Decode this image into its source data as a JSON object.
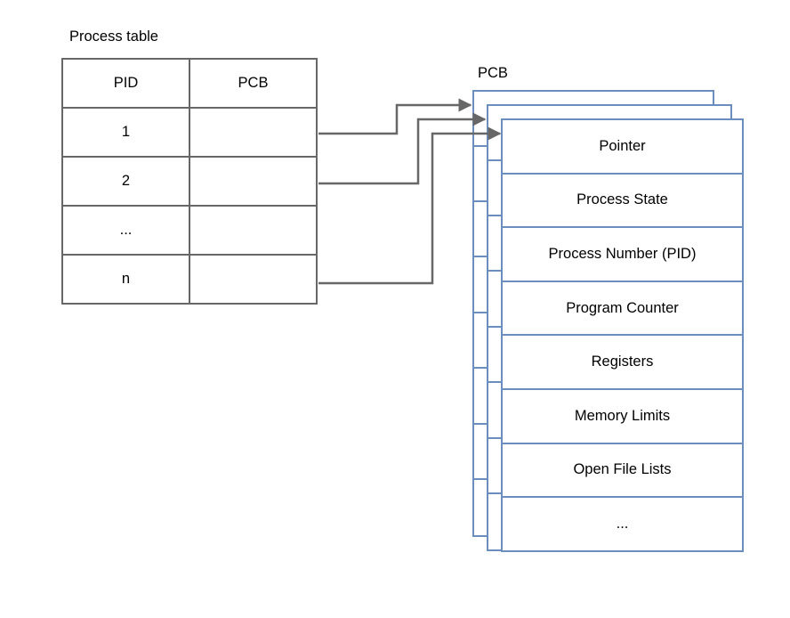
{
  "process_table": {
    "title": "Process table",
    "headers": [
      "PID",
      "PCB"
    ],
    "rows": [
      {
        "pid": "1",
        "pcb": ""
      },
      {
        "pid": "2",
        "pcb": ""
      },
      {
        "pid": "...",
        "pcb": ""
      },
      {
        "pid": "n",
        "pcb": ""
      }
    ]
  },
  "pcb": {
    "title": "PCB",
    "fields": [
      "Pointer",
      "Process State",
      "Process Number (PID)",
      "Program Counter",
      "Registers",
      "Memory Limits",
      "Open File Lists",
      "..."
    ]
  },
  "colors": {
    "table_border": "#676767",
    "pcb_border": "#6c8ebf",
    "arrow": "#676767"
  }
}
